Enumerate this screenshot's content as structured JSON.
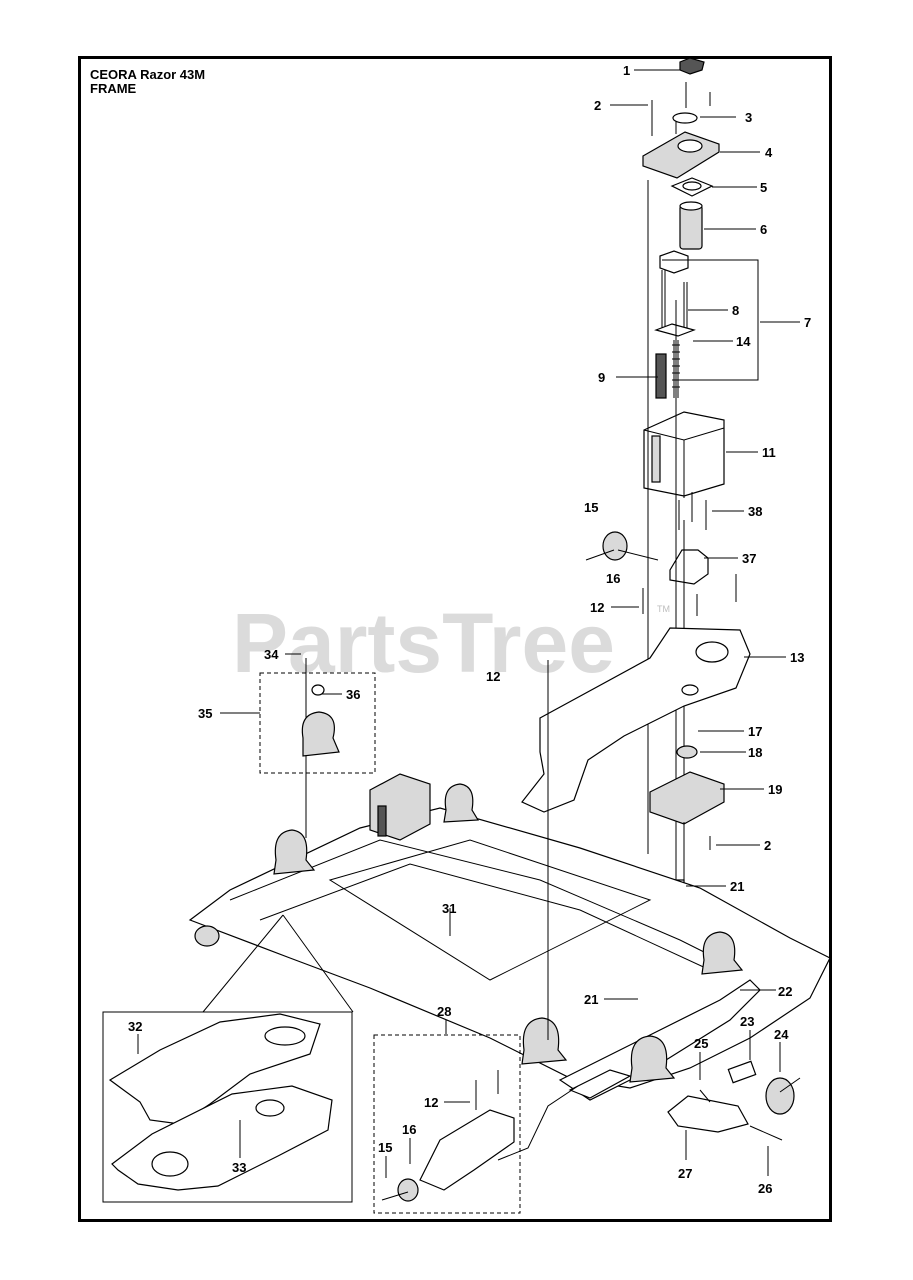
{
  "diagram": {
    "model": "CEORA Razor 43M",
    "section": "FRAME",
    "watermark": "PartsTree",
    "watermark_mark": "TM",
    "callouts": [
      "1",
      "2",
      "3",
      "4",
      "5",
      "6",
      "7",
      "8",
      "14",
      "9",
      "11",
      "15",
      "38",
      "37",
      "16",
      "12",
      "13",
      "34",
      "36",
      "12",
      "35",
      "17",
      "18",
      "19",
      "2",
      "21",
      "31",
      "22",
      "21",
      "28",
      "32",
      "23",
      "24",
      "25",
      "12",
      "16",
      "15",
      "33",
      "27",
      "26"
    ]
  }
}
